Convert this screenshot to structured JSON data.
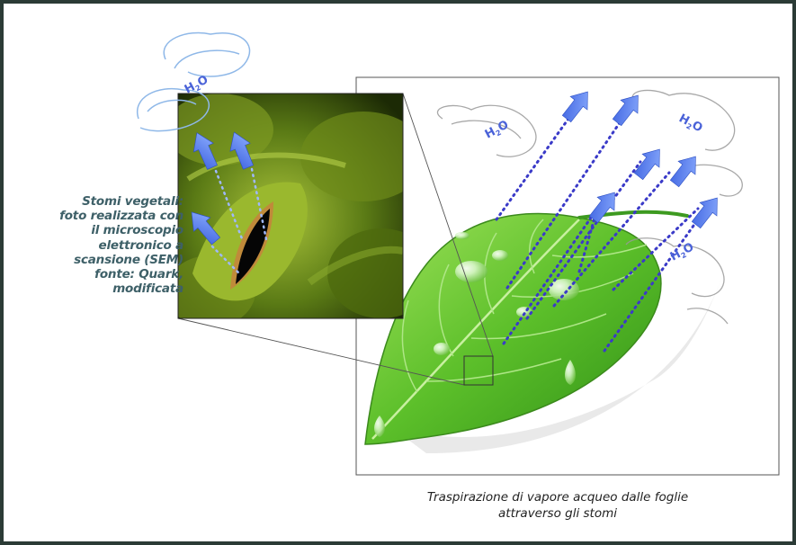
{
  "side_caption": [
    "Stomi vegetali:",
    "foto realizzata con",
    "il microscopio",
    "elettronico a",
    "scansione (SEM)",
    "fonte: Quark,",
    "modificata"
  ],
  "bottom_caption": [
    "Traspirazione di vapore acqueo dalle foglie",
    "attraverso gli stomi"
  ],
  "molecule": {
    "symbol": "H",
    "subscript": "2",
    "tail": "O"
  },
  "colors": {
    "arrow": "#5a7ff0",
    "dots": "#3a3ac8",
    "leaf": "#5cbf2a",
    "caption_side": "#3e6068",
    "frame": "#2b3b36"
  }
}
